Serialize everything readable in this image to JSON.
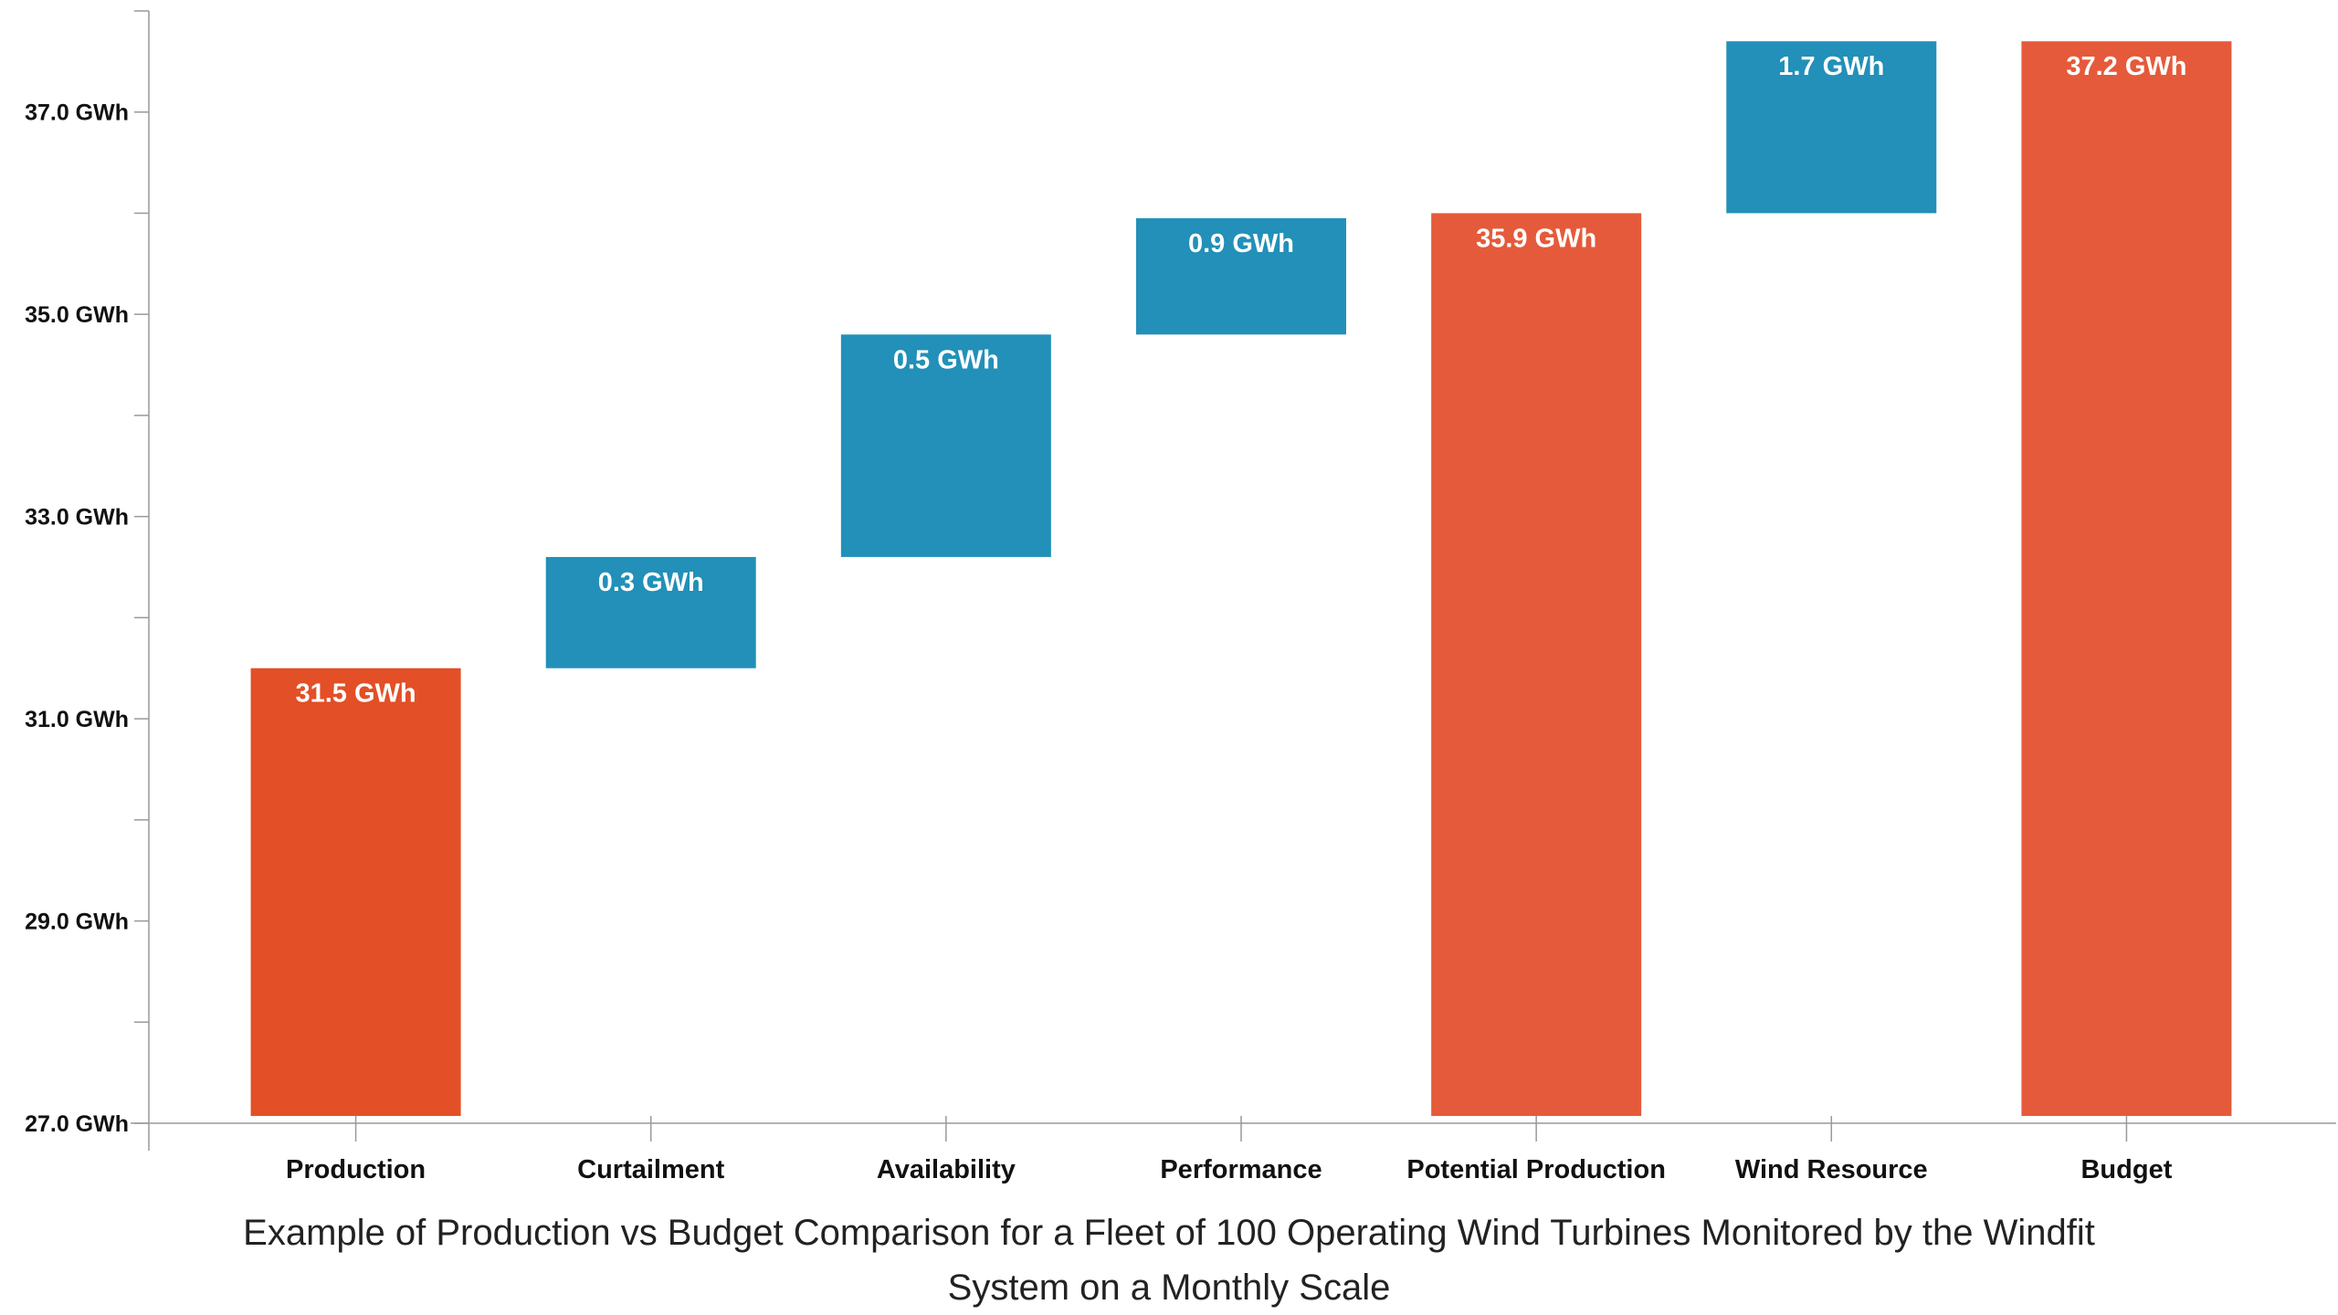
{
  "chart_data": {
    "type": "waterfall",
    "categories": [
      "Production",
      "Curtailment",
      "Availability",
      "Performance",
      "Potential Production",
      "Wind Resource",
      "Budget"
    ],
    "bars": [
      {
        "category": "Production",
        "kind": "total",
        "start": 27.0,
        "end": 31.5,
        "label": "31.5 GWh"
      },
      {
        "category": "Curtailment",
        "kind": "delta",
        "start": 31.5,
        "end": 32.6,
        "label": "0.3 GWh"
      },
      {
        "category": "Availability",
        "kind": "delta",
        "start": 32.6,
        "end": 34.8,
        "label": "0.5 GWh"
      },
      {
        "category": "Performance",
        "kind": "delta",
        "start": 34.8,
        "end": 35.95,
        "label": "0.9 GWh"
      },
      {
        "category": "Potential Production",
        "kind": "total",
        "start": 27.0,
        "end": 36.0,
        "label": "35.9 GWh"
      },
      {
        "category": "Wind Resource",
        "kind": "delta",
        "start": 36.0,
        "end": 37.7,
        "label": "1.7 GWh"
      },
      {
        "category": "Budget",
        "kind": "total",
        "start": 27.0,
        "end": 37.7,
        "label": "37.2 GWh"
      }
    ],
    "ylim": [
      27.0,
      38.0
    ],
    "yticks": [
      27.0,
      29.0,
      31.0,
      33.0,
      35.0,
      37.0
    ],
    "ytick_labels": [
      "27.0 GWh",
      "29.0 GWh",
      "31.0 GWh",
      "33.0 GWh",
      "35.0 GWh",
      "37.0 GWh"
    ],
    "colors": {
      "total_first": "#e34f26",
      "total": "#e55a3a",
      "delta": "#2290b8"
    },
    "grid": false,
    "legend": "none"
  },
  "caption": {
    "line1": "Example of Production vs Budget Comparison for a Fleet of 100 Operating Wind Turbines Monitored by the Windfit",
    "line2": "System on a Monthly Scale"
  }
}
